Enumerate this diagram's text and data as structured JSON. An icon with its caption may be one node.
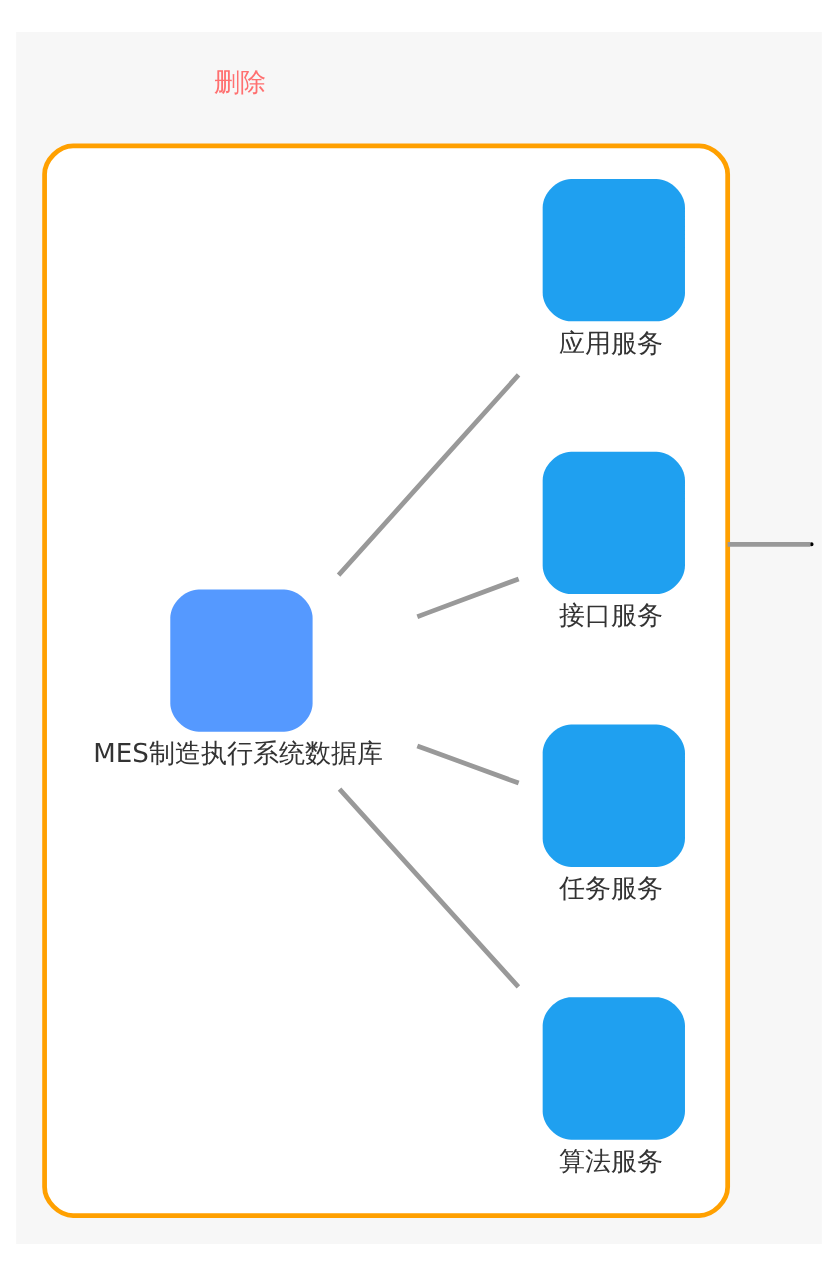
{
  "diagram": {
    "nodes": [
      {
        "text": [],
        "shape": "box"
      },
      {
        "text": [
          "MES制造执行系统数据库"
        ],
        "in": 0
      },
      {
        "text": [
          "应用服务"
        ],
        "in": 0
      },
      {
        "text": [
          "接口服务"
        ],
        "in": 0
      },
      {
        "text": [
          "任务服务"
        ],
        "in": 0
      },
      {
        "text": [
          "算法服务"
        ],
        "in": 0
      }
    ],
    "edges": [
      {
        "from": 1,
        "to": 2,
        "arrow": "none"
      },
      {
        "from": 1,
        "to": 3,
        "arrow": "none"
      },
      {
        "from": 1,
        "to": 4,
        "arrow": "none"
      },
      {
        "from": 1,
        "to": 5,
        "arrow": "none"
      },
      {
        "from": 0,
        "to": null,
        "arrow": "none"
      }
    ],
    "labels": [
      "删除"
    ]
  }
}
